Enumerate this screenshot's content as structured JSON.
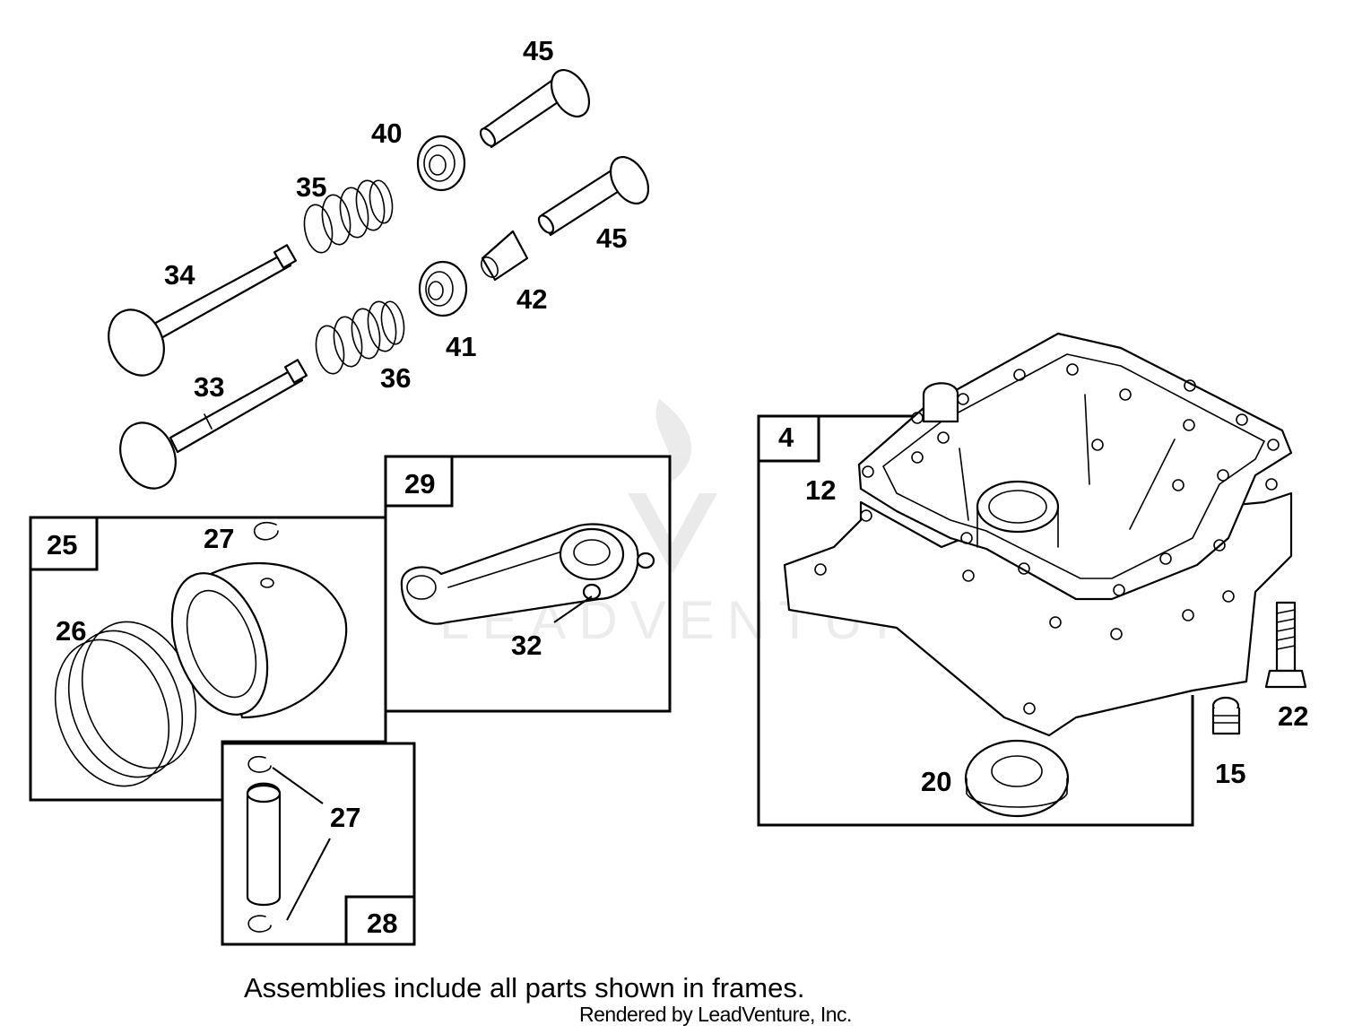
{
  "watermark": "LEADVENTURE",
  "callouts": {
    "p45a": "45",
    "p40": "40",
    "p35": "35",
    "p45b": "45",
    "p34": "34",
    "p42": "42",
    "p41": "41",
    "p33": "33",
    "p36": "36",
    "p4": "4",
    "p12": "12",
    "p29": "29",
    "p25": "25",
    "p27a": "27",
    "p26": "26",
    "p32": "32",
    "p22": "22",
    "p20": "20",
    "p15": "15",
    "p27b": "27",
    "p28": "28"
  },
  "footnote": "Assemblies include all parts shown in frames.",
  "rendered_by": "Rendered by LeadVenture, Inc."
}
